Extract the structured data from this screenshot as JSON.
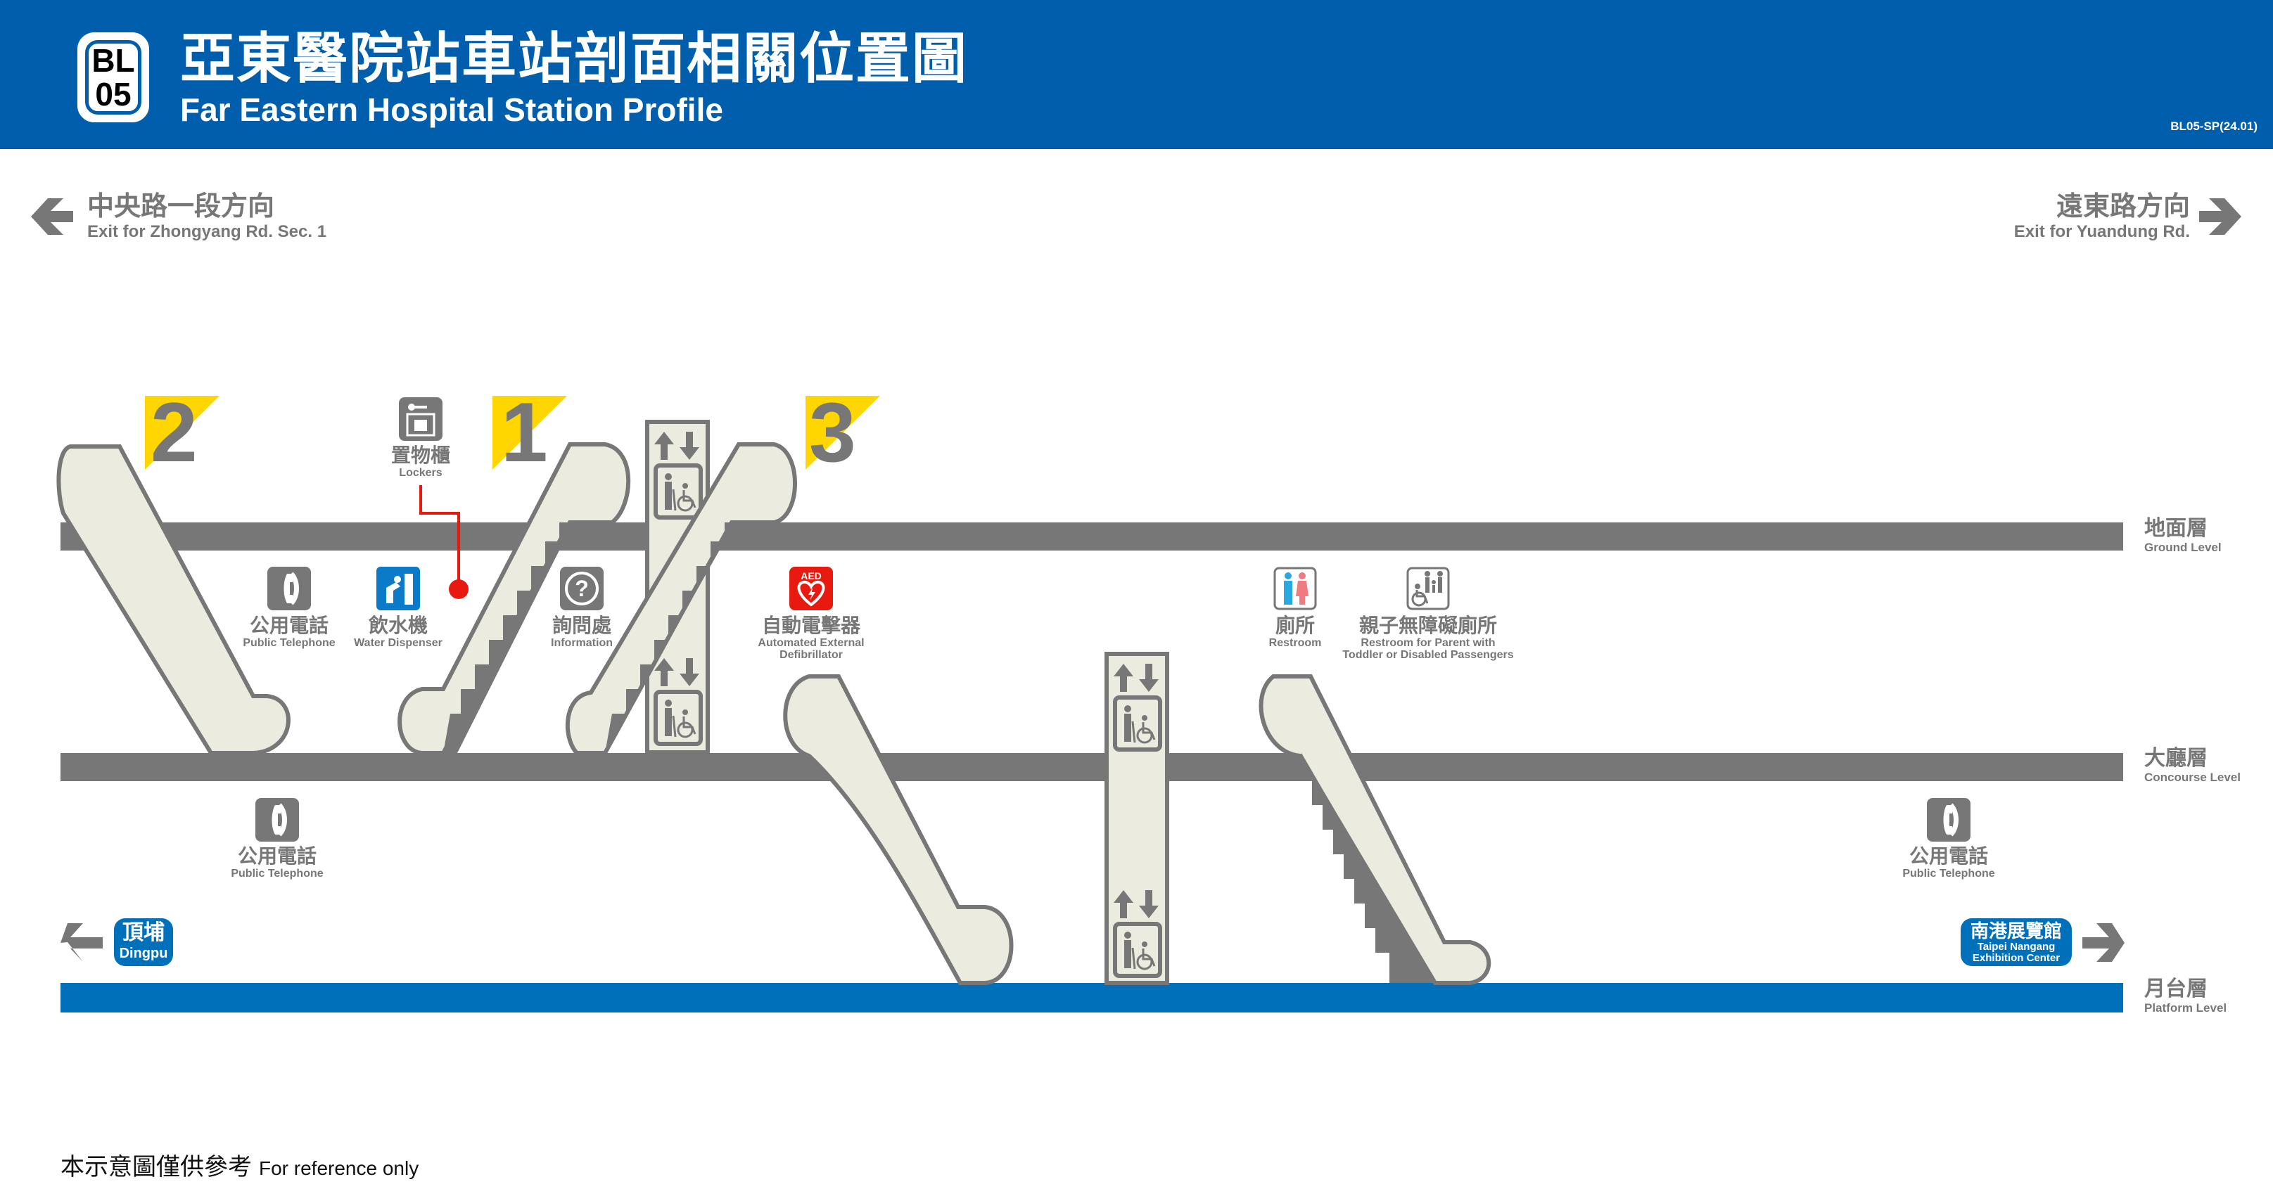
{
  "header": {
    "line_code": "BL",
    "station_number": "05",
    "title_zh": "亞東醫院站車站剖面相關位置圖",
    "title_en": "Far Eastern Hospital Station Profile",
    "doc_code": "BL05-SP(24.01)"
  },
  "directions": {
    "left": {
      "zh": "中央路一段方向",
      "en": "Exit for Zhongyang Rd. Sec. 1",
      "icon": "arrow-left-icon"
    },
    "right": {
      "zh": "遠東路方向",
      "en": "Exit for Yuandung Rd.",
      "icon": "arrow-right-icon"
    }
  },
  "levels": [
    {
      "zh": "地面層",
      "en": "Ground Level"
    },
    {
      "zh": "大廳層",
      "en": "Concourse Level"
    },
    {
      "zh": "月台層",
      "en": "Platform Level"
    }
  ],
  "exits": [
    {
      "number": "2"
    },
    {
      "number": "1"
    },
    {
      "number": "3"
    }
  ],
  "facilities": {
    "lockers": {
      "zh": "置物櫃",
      "en": "Lockers",
      "icon": "locker-icon"
    },
    "phone_ground": {
      "zh": "公用電話",
      "en": "Public Telephone",
      "icon": "telephone-icon"
    },
    "water": {
      "zh": "飲水機",
      "en": "Water Dispenser",
      "icon": "water-dispenser-icon"
    },
    "info": {
      "zh": "詢問處",
      "en": "Information",
      "icon": "information-icon"
    },
    "aed": {
      "zh": "自動電擊器",
      "en1": "Automated External",
      "en2": "Defibrillator",
      "icon": "aed-icon",
      "badge": "AED"
    },
    "restroom": {
      "zh": "廁所",
      "en": "Restroom",
      "icon": "restroom-icon"
    },
    "family_restroom": {
      "zh": "親子無障礙廁所",
      "en1": "Restroom for Parent with",
      "en2": "Toddler or Disabled Passengers",
      "icon": "family-accessible-restroom-icon"
    },
    "phone_concourse_left": {
      "zh": "公用電話",
      "en": "Public Telephone",
      "icon": "telephone-icon"
    },
    "phone_concourse_right": {
      "zh": "公用電話",
      "en": "Public Telephone",
      "icon": "telephone-icon"
    }
  },
  "platform": {
    "left": {
      "zh": "頂埔",
      "en": "Dingpu"
    },
    "right": {
      "zh": "南港展覽館",
      "en1": "Taipei Nangang",
      "en2": "Exhibition Center"
    }
  },
  "footer": {
    "zh": "本示意圖僅供參考",
    "en": "For reference only"
  },
  "colors": {
    "header_blue": "#005eac",
    "platform_blue": "#0070bb",
    "level_gray": "#777777",
    "escalator_fill": "#ecebdf",
    "exit_yellow": "#ffd600",
    "aed_red": "#e8190f",
    "water_blue": "#0a7ac9",
    "locator_red": "#e8190f"
  }
}
